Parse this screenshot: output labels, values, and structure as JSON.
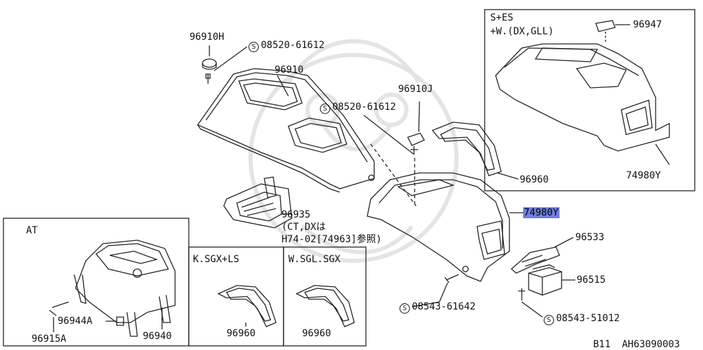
{
  "inset_labels": {
    "top_right": [
      "S+ES",
      "+W.(DX,GLL)"
    ],
    "at": "AT",
    "ksgx": "K.SGX+LS",
    "wsgl": "W.SGL.SGX"
  },
  "part_labels": {
    "p96910h": "96910H",
    "screw_08520_a": "08520-61612",
    "p96910": "96910",
    "p96910j": "96910J",
    "screw_08520_b": "08520-61612",
    "p96960_main": "96960",
    "p96935": "96935",
    "p96935_note1": "(CT,DXは",
    "p96935_note2": "H74-02[74963]参照)",
    "p74980y_main": "74980Y",
    "p96947": "96947",
    "p74980y_inset": "74980Y",
    "p96533": "96533",
    "p96515": "96515",
    "screw_08543_a": "08543-61642",
    "screw_08543_b": "08543-51012",
    "p96944a": "96944A",
    "p96915a": "96915A",
    "p96940": "96940",
    "p96960_k": "96960",
    "p96960_w": "96960"
  },
  "screw_symbol": "S",
  "footer": {
    "code": "B11",
    "figure_id": "AH63090003"
  },
  "highlight_color": "#6f7fe0"
}
